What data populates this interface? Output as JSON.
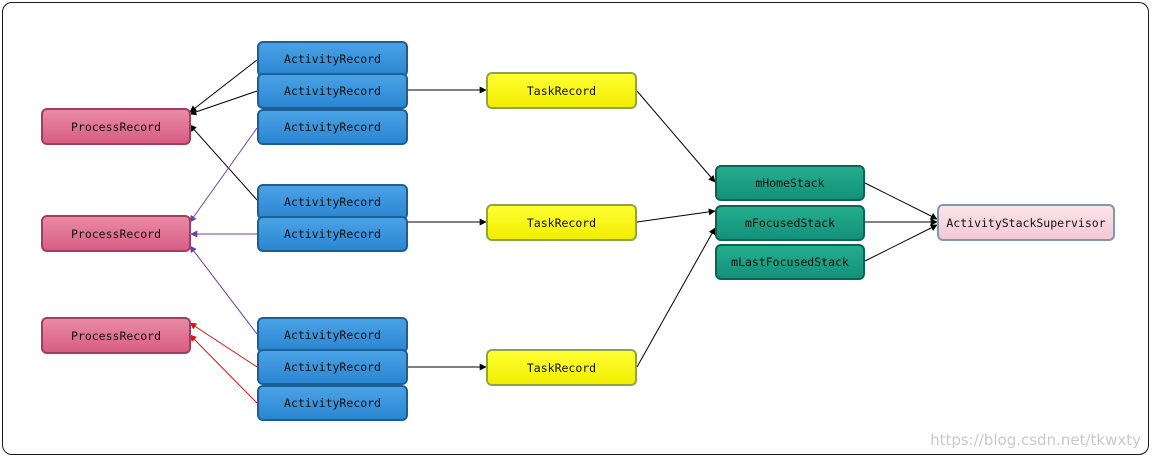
{
  "diagram": {
    "process_records": [
      {
        "label": "ProcessRecord"
      },
      {
        "label": "ProcessRecord"
      },
      {
        "label": "ProcessRecord"
      }
    ],
    "activity_records": [
      {
        "label": "ActivityRecord"
      },
      {
        "label": "ActivityRecord"
      },
      {
        "label": "ActivityRecord"
      },
      {
        "label": "ActivityRecord"
      },
      {
        "label": "ActivityRecord"
      },
      {
        "label": "ActivityRecord"
      },
      {
        "label": "ActivityRecord"
      },
      {
        "label": "ActivityRecord"
      }
    ],
    "task_records": [
      {
        "label": "TaskRecord"
      },
      {
        "label": "TaskRecord"
      },
      {
        "label": "TaskRecord"
      }
    ],
    "stacks": [
      {
        "label": "mHomeStack"
      },
      {
        "label": "mFocusedStack"
      },
      {
        "label": "mLastFocusedStack"
      }
    ],
    "supervisor": {
      "label": "ActivityStackSupervisor"
    },
    "colors": {
      "process": "#df6f93",
      "activity": "#3394dc",
      "task": "#ffff00",
      "stack": "#179e82",
      "supervisor": "#f8d7e0",
      "edge_black": "#000000",
      "edge_purple": "#7040a0",
      "edge_red": "#e01010"
    }
  },
  "watermark": "https://blog.csdn.net/tkwxty"
}
